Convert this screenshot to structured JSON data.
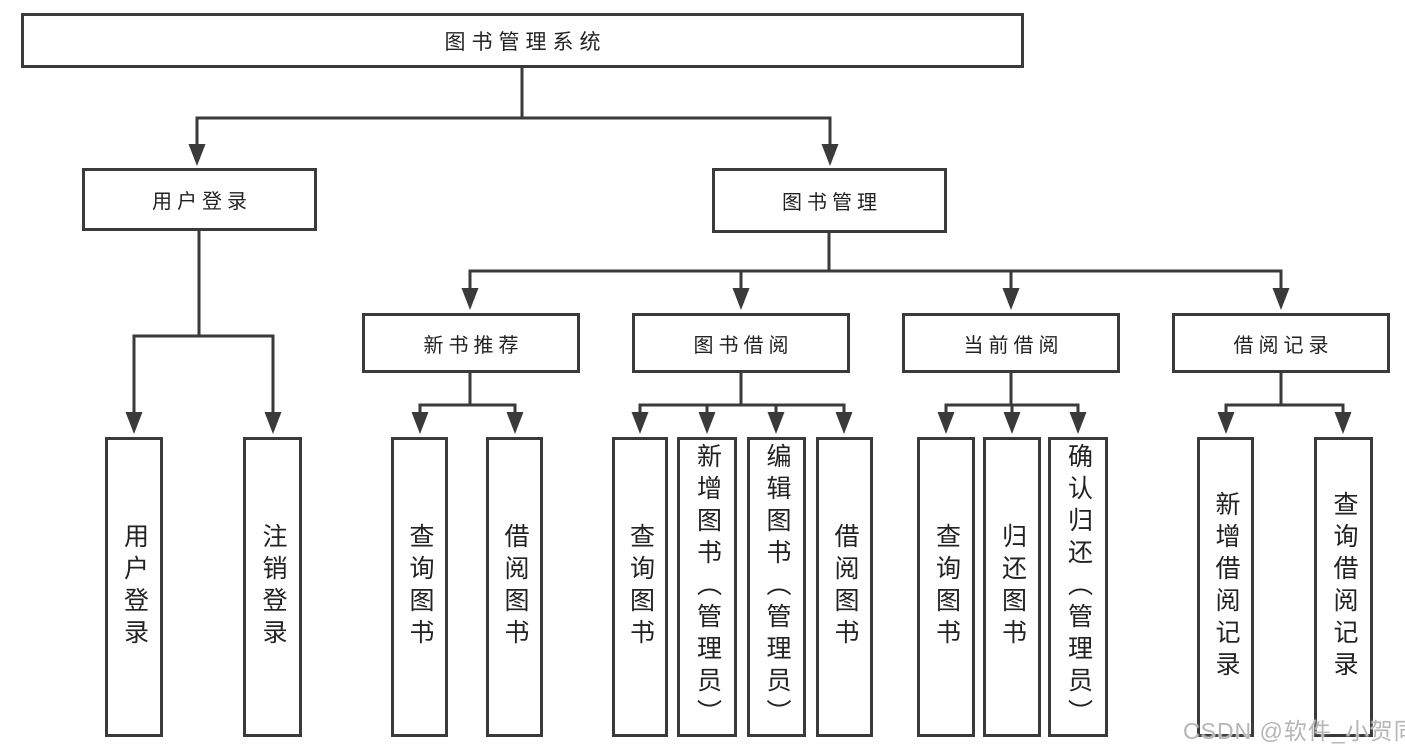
{
  "diagram": {
    "title": "图书管理系统",
    "level2": {
      "user_login": "用户登录",
      "book_management": "图书管理"
    },
    "level3": {
      "new_book_recommend": "新书推荐",
      "book_borrow": "图书借阅",
      "current_borrow": "当前借阅",
      "borrow_record": "借阅记录"
    },
    "level4": {
      "user_login_children": [
        "用户登录",
        "注销登录"
      ],
      "new_book_children": [
        "查询图书",
        "借阅图书"
      ],
      "book_borrow_children": [
        "查询图书",
        "新增图书（管理员）",
        "编辑图书（管理员）",
        "借阅图书"
      ],
      "current_borrow_children": [
        "查询图书",
        "归还图书",
        "确认归还（管理员）"
      ],
      "borrow_record_children": [
        "新增借阅记录",
        "查询借阅记录"
      ]
    }
  },
  "watermark": "CSDN @软件_小贺同学",
  "colors": {
    "line": "#3a3a3a",
    "text": "#222222",
    "watermark": "#b6b6b6",
    "background": "#ffffff"
  }
}
